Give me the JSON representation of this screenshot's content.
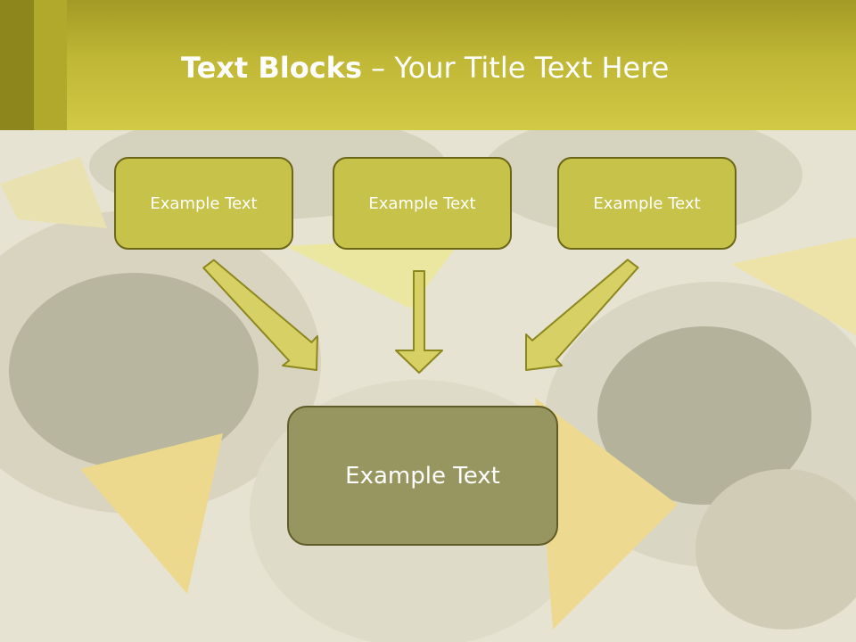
{
  "title": {
    "bold": "Text Blocks",
    "rest": " – Your Title Text Here"
  },
  "blocks": [
    {
      "label": "Example Text"
    },
    {
      "label": "Example Text"
    },
    {
      "label": "Example Text"
    }
  ],
  "center_block": {
    "label": "Example Text"
  },
  "colors": {
    "header": "#c8c13b",
    "block_fill": "#c7c24a",
    "block_border": "#6b6718",
    "center_fill": "#989660",
    "arrow_fill": "#d6d065"
  }
}
